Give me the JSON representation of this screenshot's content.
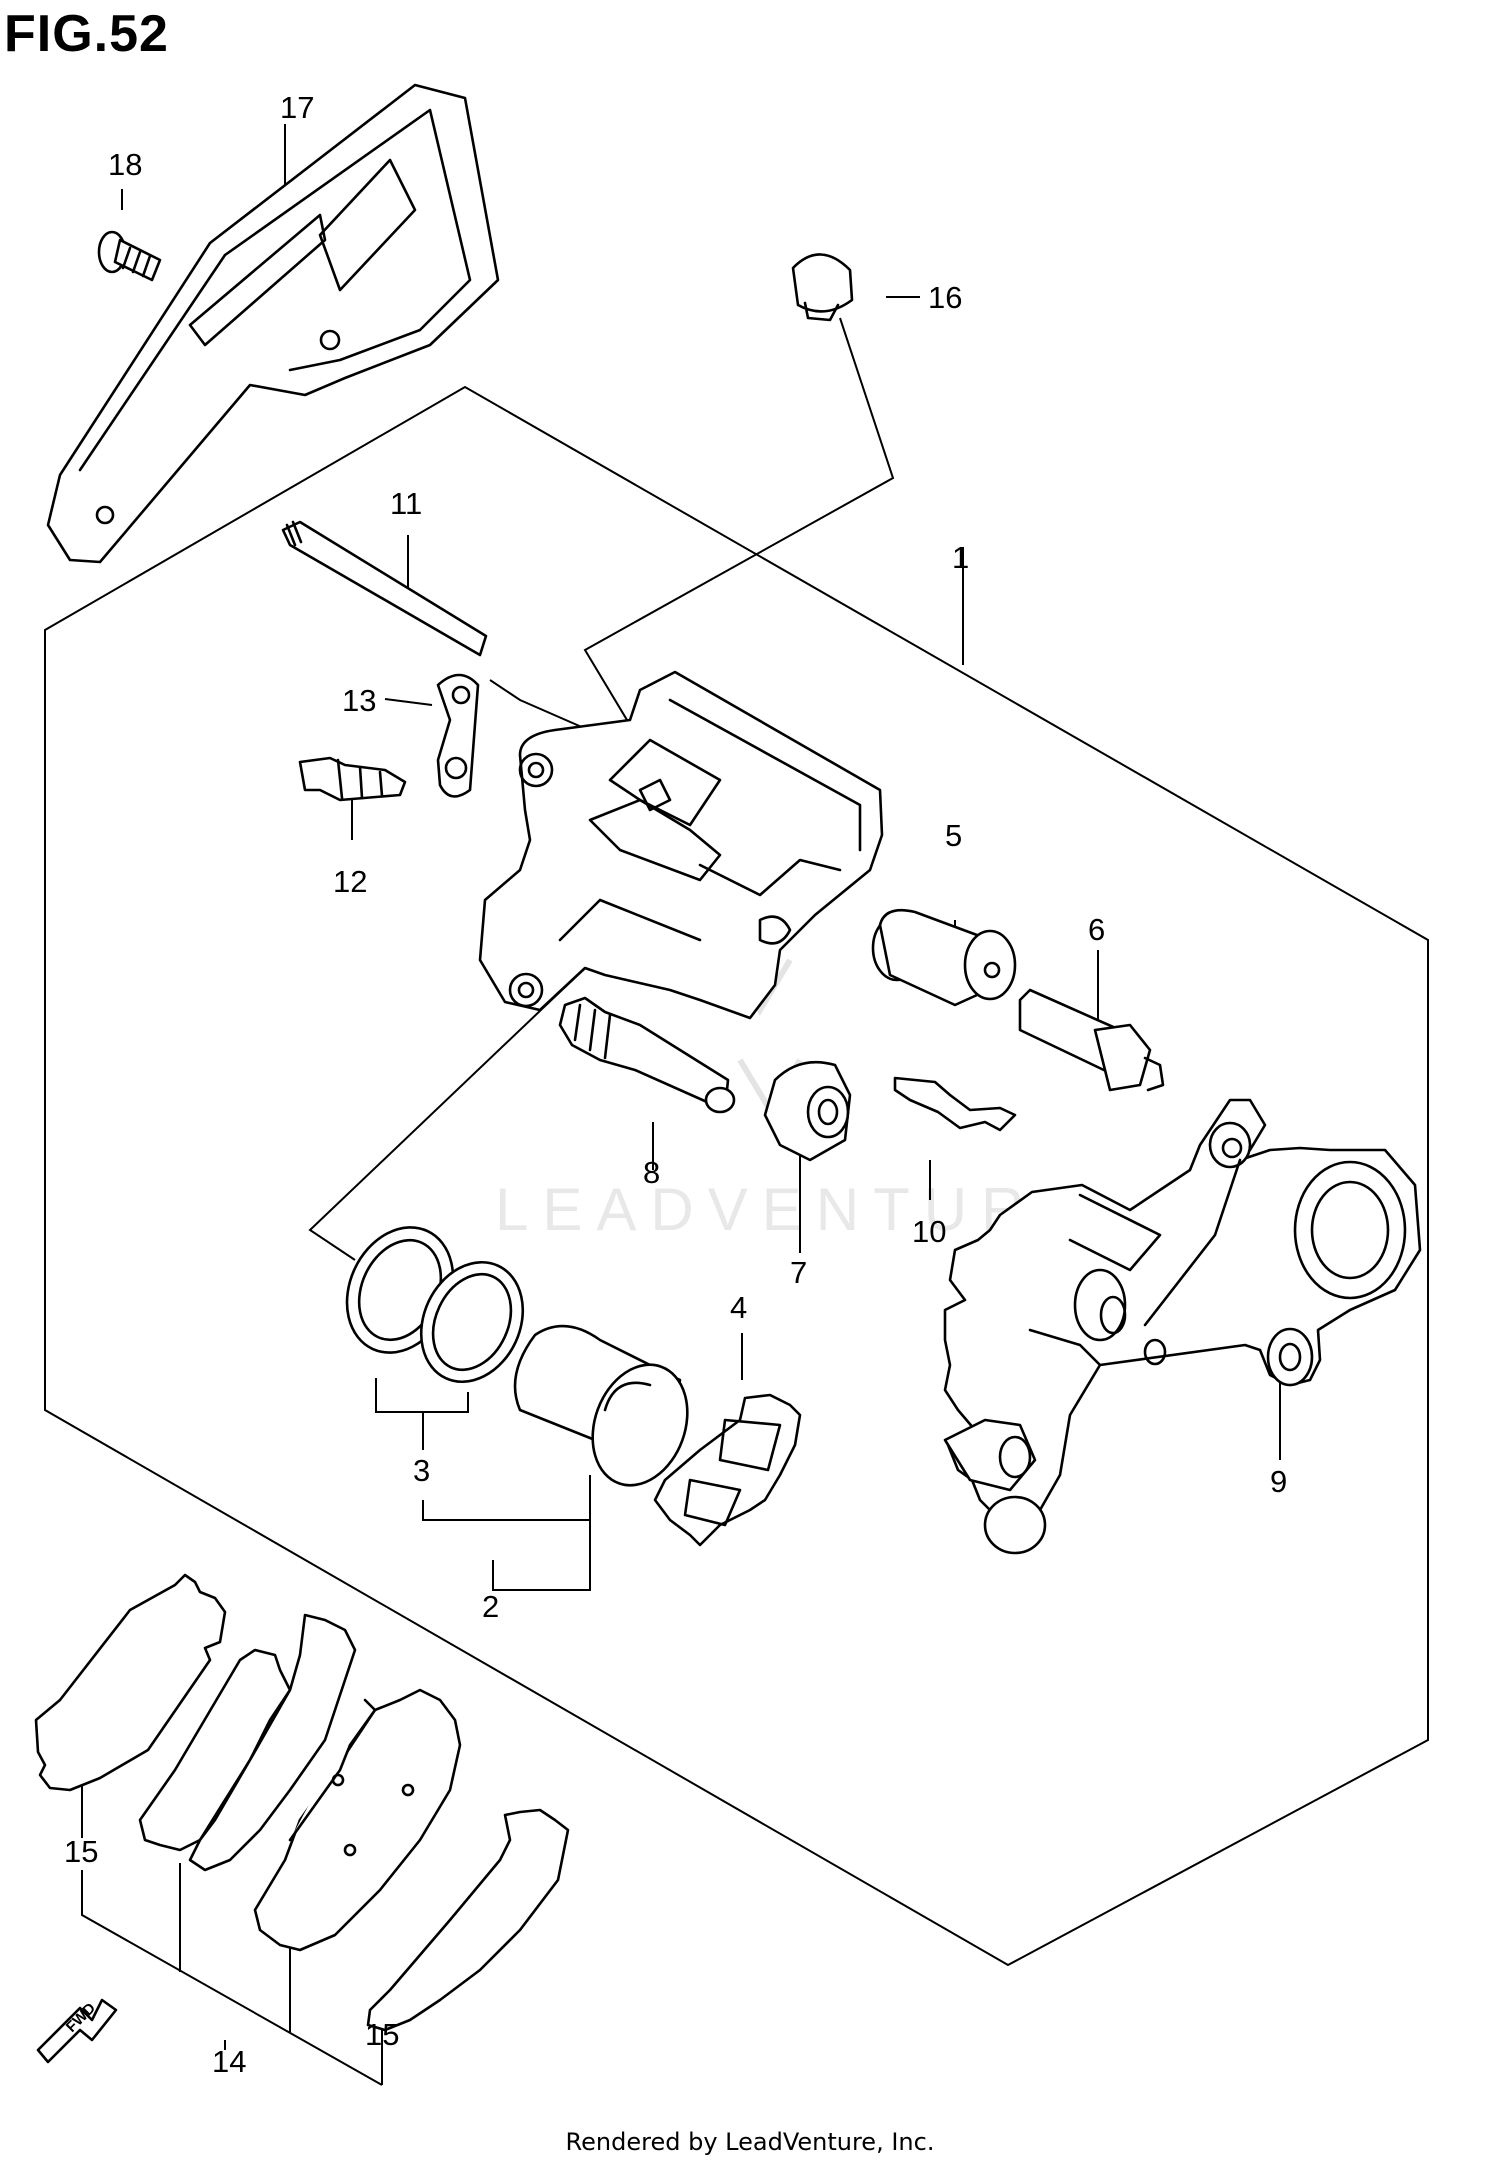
{
  "title": "FIG.52",
  "watermark": "LEADVENTURE",
  "footer": "Rendered by LeadVenture, Inc.",
  "fwd_label": "FWD",
  "callouts": {
    "c1": "1",
    "c2": "2",
    "c3": "3",
    "c4": "4",
    "c5": "5",
    "c6": "6",
    "c7": "7",
    "c8": "8",
    "c9": "9",
    "c10": "10",
    "c11": "11",
    "c12": "12",
    "c13": "13",
    "c14": "14",
    "c15a": "15",
    "c15b": "15",
    "c16": "16",
    "c17": "17",
    "c18": "18"
  }
}
